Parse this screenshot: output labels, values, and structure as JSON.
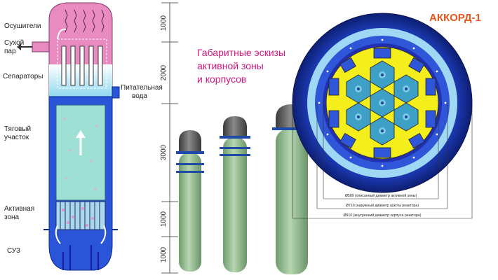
{
  "labels": {
    "dryers": "Осушители",
    "dry_steam_line1": "Сухой",
    "dry_steam_line2": "пар",
    "separators": "Сепараторы",
    "feed_water_line1": "Питательная",
    "feed_water_line2": "вода",
    "draft_line1": "Тяговый",
    "draft_line2": "участок",
    "core_line1": "Активная",
    "core_line2": "зона",
    "control": "СУЗ"
  },
  "dimensions": [
    "1000",
    "2000",
    "3000",
    "1000",
    "1000"
  ],
  "caption": {
    "line1": "Габаритные эскизы",
    "line2": "активной зоны",
    "line3": "и корпусов"
  },
  "title": "АККОРД-1",
  "diameters": {
    "d509": "Ø509 (описанный диаметр активной зоны)",
    "d710": "Ø710 (наружный диаметр шахты реактора)",
    "d910": "Ø910 (внутренний диаметр корпуса реактора)"
  },
  "colors": {
    "vessel_blue": "#2a55d8",
    "dryer_pink": "#e98ac0",
    "inner_teal": "#9fe0d5",
    "vessel_green": "#8db98a",
    "core_yellow": "#f4ee1c",
    "title_orange": "#e8561c",
    "caption_magenta": "#d1177e"
  }
}
